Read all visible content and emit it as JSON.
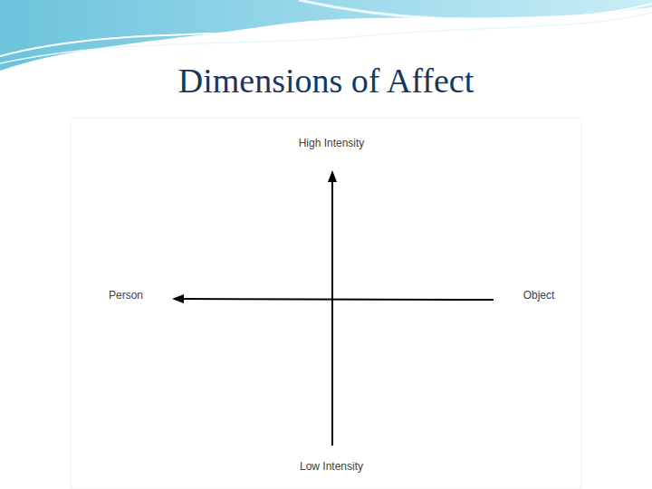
{
  "diagram": {
    "title": "Dimensions of Affect",
    "labels": [
      "High Intensity",
      "Person",
      "Object",
      "Low Intensity"
    ]
  }
}
